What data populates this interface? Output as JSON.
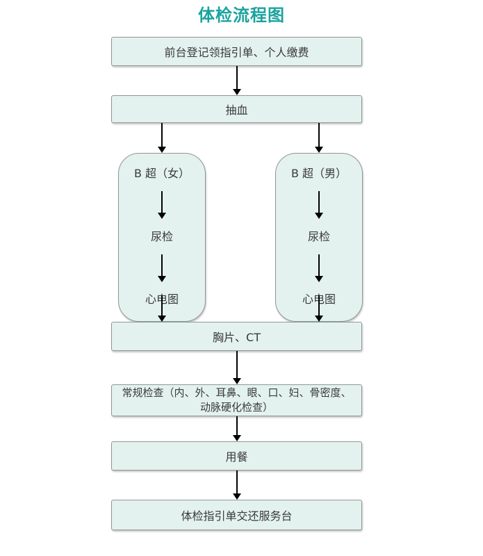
{
  "title": "体检流程图",
  "colors": {
    "title": "#1AA39E",
    "box_fill": "#E3F2EE",
    "box_border": "#8F9792",
    "text": "#3A3A3A",
    "arrow": "#000000"
  },
  "nodes": {
    "register": "前台登记领指引单、个人缴费",
    "blood_draw": "抽血",
    "chest_ct": "胸片、CT",
    "routine_line1": "常规检查（内、外、耳鼻、眼、口、妇、骨密度、",
    "routine_line2": "动脉硬化检查）",
    "meal": "用餐",
    "return_sheet": "体检指引单交还服务台"
  },
  "branches": {
    "female": {
      "ultrasound": "B 超（女）",
      "urine": "尿检",
      "ecg": "心电图"
    },
    "male": {
      "ultrasound": "B 超（男）",
      "urine": "尿检",
      "ecg": "心电图"
    }
  }
}
